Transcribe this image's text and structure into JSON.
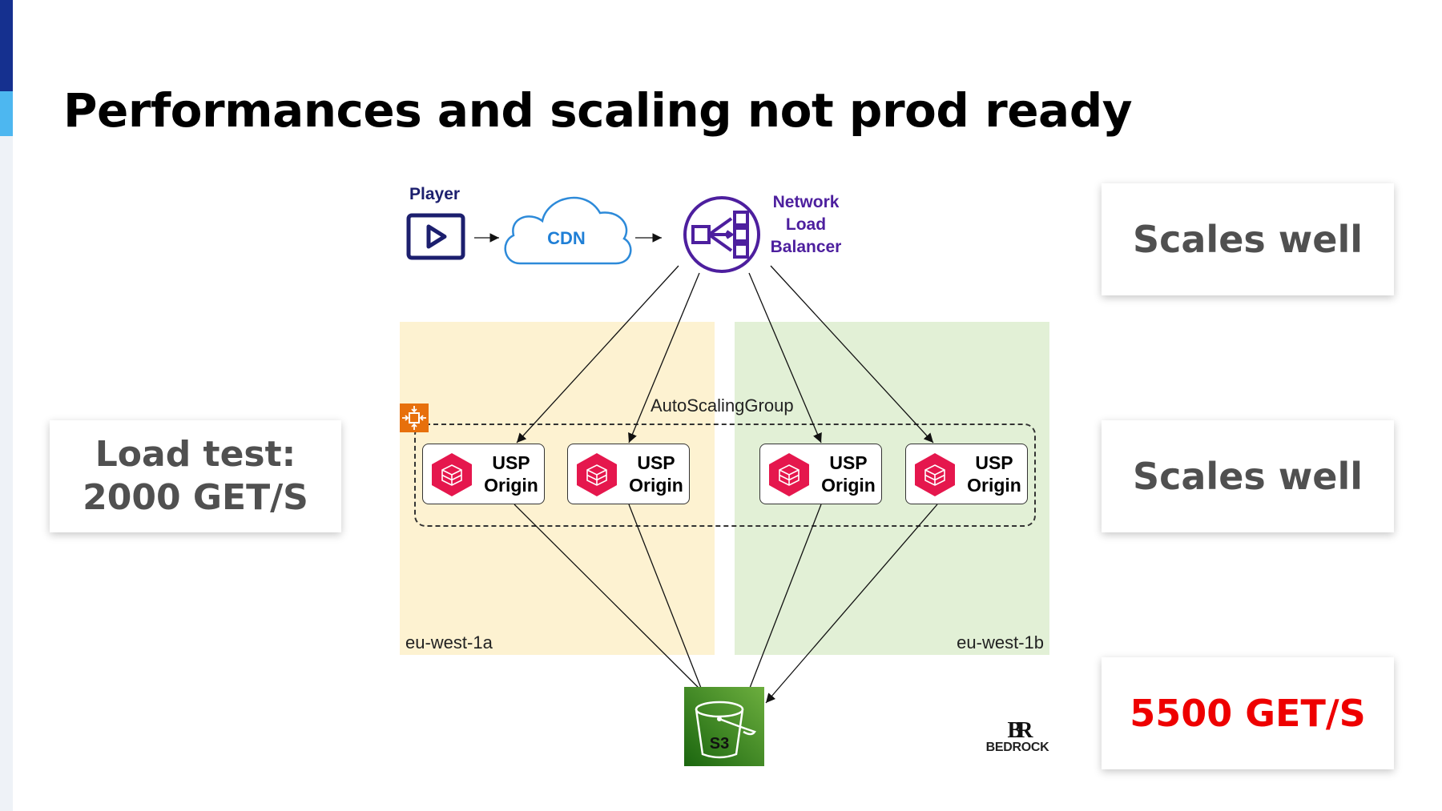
{
  "slide": {
    "title": "Performances and scaling not prod ready"
  },
  "cards": {
    "left": {
      "line1": "Load test:",
      "line2": "2000 GET/S"
    },
    "right": [
      {
        "text": "Scales well"
      },
      {
        "text": "Scales well"
      },
      {
        "text": "5500 GET/S"
      }
    ],
    "accent_color": "#ee0000"
  },
  "diagram": {
    "player": {
      "label": "Player",
      "icon": "play-icon"
    },
    "cdn": {
      "label": "CDN",
      "icon": "cloud-icon"
    },
    "nlb": {
      "line1": "Network",
      "line2": "Load",
      "line3": "Balancer",
      "icon": "network-load-balancer-icon"
    },
    "autoscaling_group": {
      "label": "AutoScalingGroup",
      "icon": "auto-scaling-icon"
    },
    "zones": [
      {
        "label": "eu-west-1a",
        "color": "#fdf2d1"
      },
      {
        "label": "eu-west-1b",
        "color": "#e2f0d6"
      }
    ],
    "usp_nodes": [
      {
        "line1": "USP",
        "line2": "Origin"
      },
      {
        "line1": "USP",
        "line2": "Origin"
      },
      {
        "line1": "USP",
        "line2": "Origin"
      },
      {
        "line1": "USP",
        "line2": "Origin"
      }
    ],
    "s3": {
      "label": "S3",
      "icon": "s3-bucket-icon"
    }
  },
  "logo": {
    "mark": "BR",
    "name": "BEDROCK"
  }
}
